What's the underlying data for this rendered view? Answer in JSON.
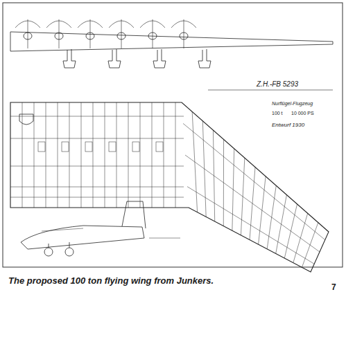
{
  "diagram": {
    "caption": "The proposed 100 ton flying wing from Junkers.",
    "labels": [
      "Z.H.-FB 5293",
      "Nurflügel-Flugzeug",
      "100 t",
      "10 000 PS",
      "Entwurf 1930",
      "7"
    ]
  }
}
